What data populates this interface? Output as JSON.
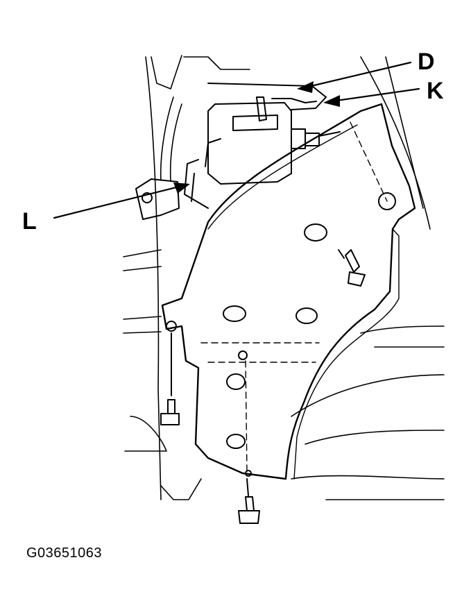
{
  "callouts": {
    "d": "D",
    "k": "K",
    "l": "L"
  },
  "figure_id": "G03651063"
}
